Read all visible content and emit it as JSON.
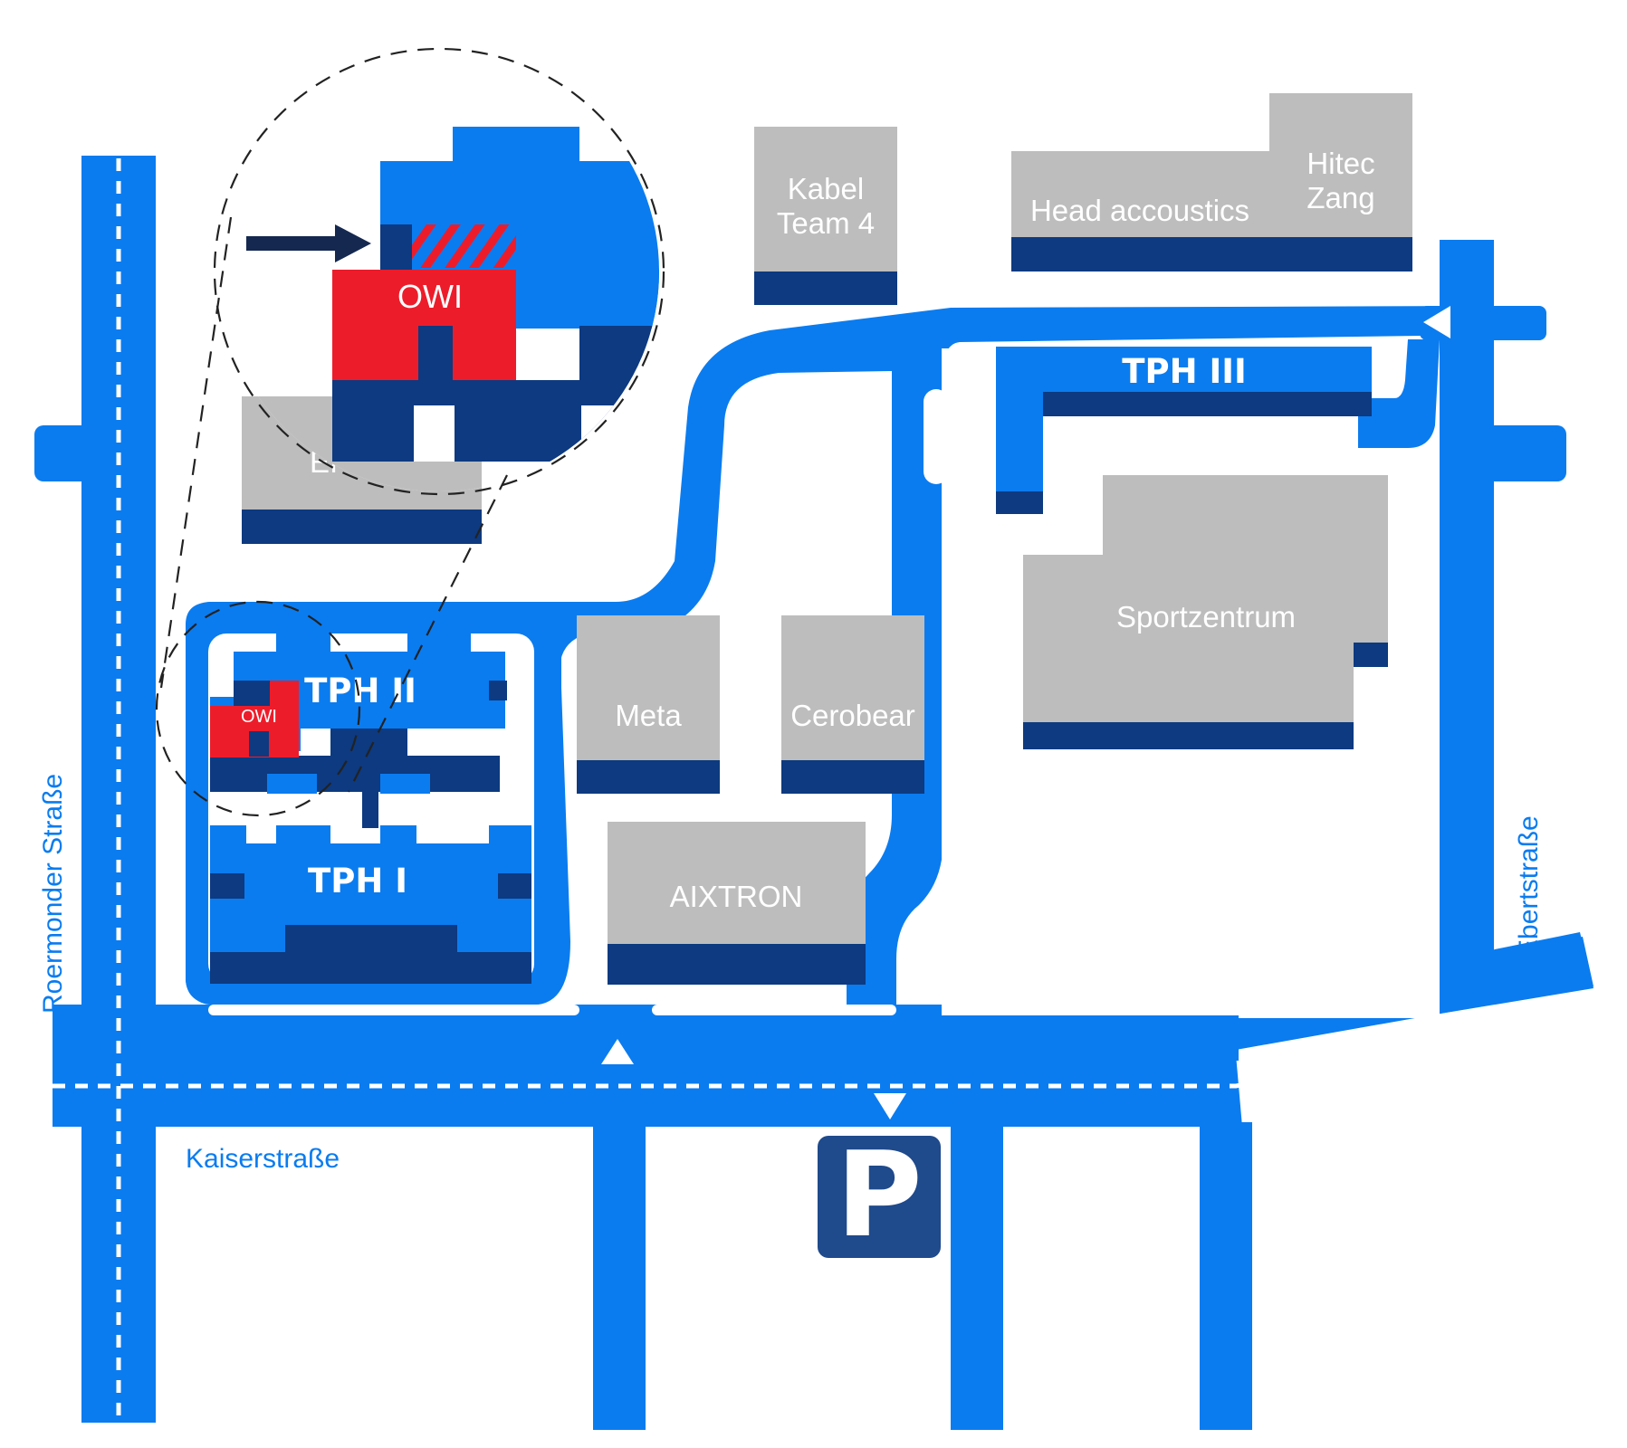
{
  "streets": {
    "roermonder": "Roermonder Straße",
    "kaiser": "Kaiserstraße",
    "ebert": "Ebertstraße"
  },
  "buildings": {
    "kabel_line1": "Kabel",
    "kabel_line2": "Team 4",
    "head": "Head accoustics",
    "hitec_line1": "Hitec",
    "hitec_line2": "Zang",
    "tph3": "TPH III",
    "tph2": "TPH II",
    "tph1": "TPH I",
    "sport": "Sportzentrum",
    "meta": "Meta",
    "cerobear": "Cerobear",
    "aixtron": "AIXTRON",
    "ei_partial": "EI"
  },
  "owi": {
    "label_small": "OWI",
    "label_zoom": "OWI"
  },
  "parking": {
    "letter": "P"
  },
  "colors": {
    "road": "#0a7cf0",
    "building_dark": "#0d3a80",
    "building_grey": "#bdbdbd",
    "owi_red": "#ed1c2a",
    "parking_blue": "#1f4a8c"
  }
}
